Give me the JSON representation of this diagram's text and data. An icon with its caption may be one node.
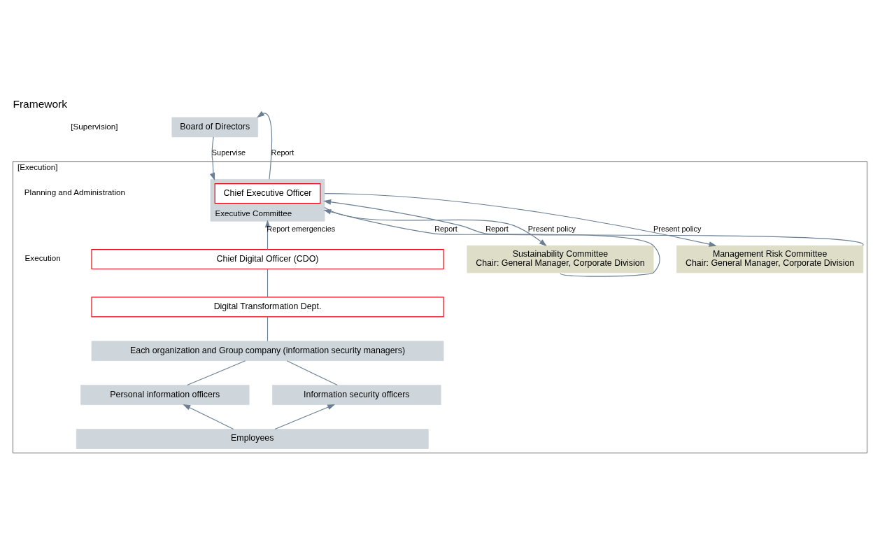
{
  "diagram": {
    "title": "Framework",
    "nodes": [
      {
        "text": [
          "Board of Directors"
        ]
      },
      {
        "text": [
          "[Execution]"
        ]
      },
      {
        "text": [
          "Executive Committee"
        ],
        "in": 1
      },
      {
        "text": [
          "Chief Executive Officer"
        ],
        "in": 2
      },
      {
        "text": [
          "Management Risk Committee",
          "Chair: General Manager, Corporate Division"
        ],
        "in": 1
      },
      {
        "text": [
          "Sustainability Committee",
          "Chair: General Manager, Corporate Division"
        ],
        "in": 1
      },
      {
        "text": [
          "Chief Digital Officer (CDO)"
        ],
        "in": 1
      },
      {
        "text": [
          "Digital Transformation Dept."
        ],
        "in": 1
      },
      {
        "text": [
          "Each organization and Group company (information security managers)"
        ],
        "in": 1
      },
      {
        "text": [
          "Personal information officers"
        ],
        "in": 1
      },
      {
        "text": [
          "Information security officers"
        ],
        "in": 1
      },
      {
        "text": [
          "Employees"
        ],
        "in": 1
      }
    ],
    "edges": [
      {
        "from": 0,
        "to": 2,
        "arrow": "to",
        "label": "Supervise"
      },
      {
        "from": 2,
        "to": 0,
        "arrow": "to",
        "label": "Report"
      },
      {
        "from": 2,
        "to": 4,
        "arrow": "to",
        "label": "Present policy"
      },
      {
        "from": 4,
        "to": 2,
        "arrow": "to",
        "label": "Report"
      },
      {
        "from": 2,
        "to": 5,
        "arrow": "to",
        "label": "Present policy"
      },
      {
        "from": 5,
        "to": 2,
        "arrow": "to",
        "label": "Report"
      },
      {
        "from": 6,
        "to": 2,
        "arrow": "to",
        "label": "Report emergencies"
      },
      {
        "from": 6,
        "to": 7,
        "arrow": "none"
      },
      {
        "from": 7,
        "to": 8,
        "arrow": "none"
      },
      {
        "from": 8,
        "to": 9,
        "arrow": "none"
      },
      {
        "from": 8,
        "to": 10,
        "arrow": "none"
      },
      {
        "from": 11,
        "to": 9,
        "arrow": "to"
      },
      {
        "from": 11,
        "to": 10,
        "arrow": "to"
      }
    ],
    "labels": [
      "[Supervision]",
      "Planning and Administration",
      "Execution"
    ]
  }
}
